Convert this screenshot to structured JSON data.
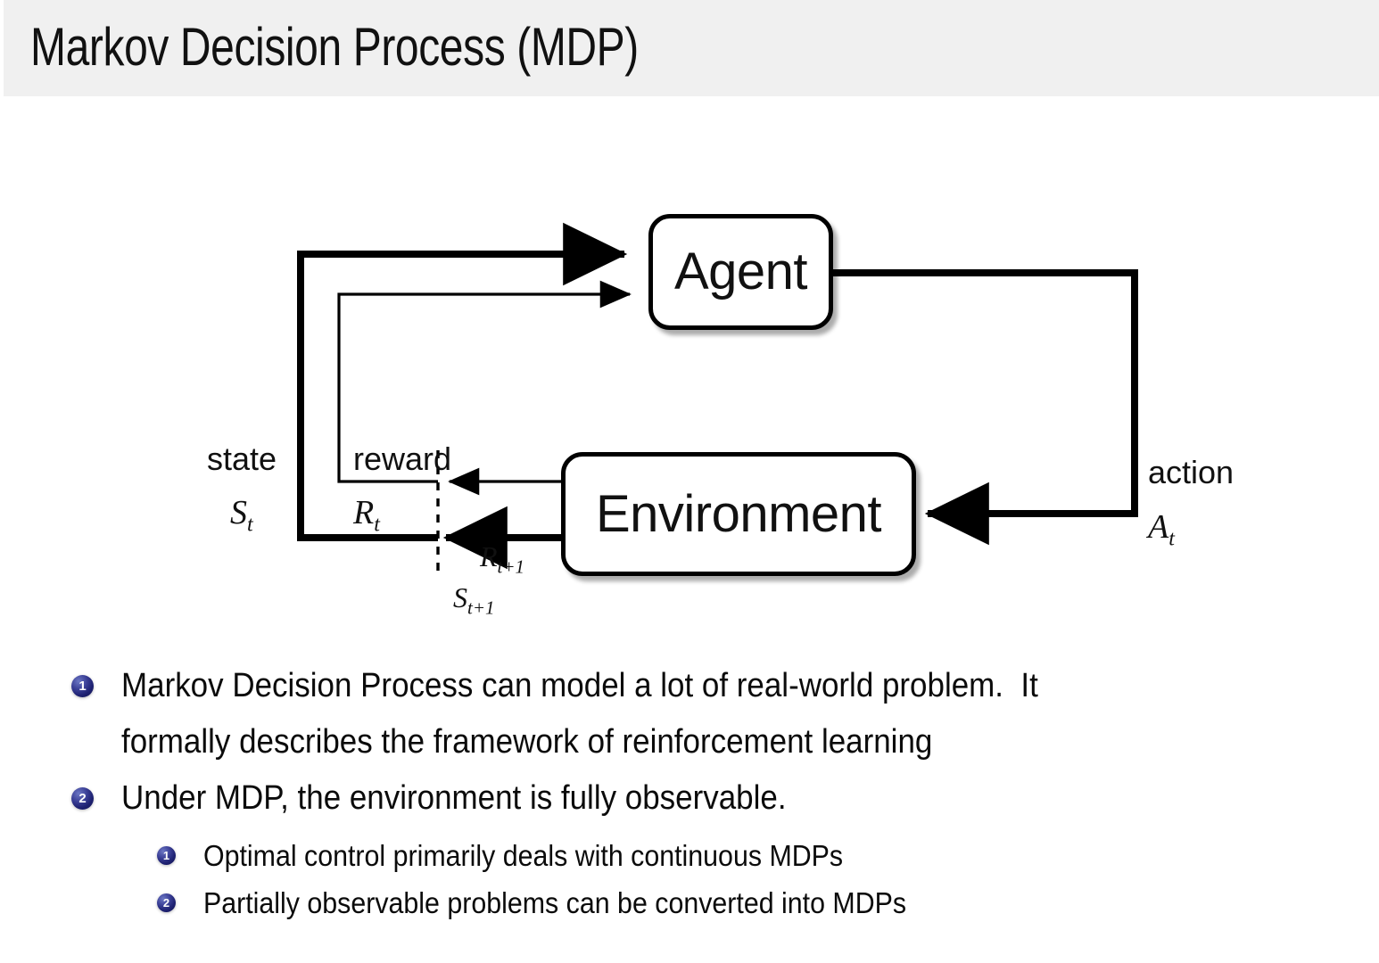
{
  "header": {
    "title": "Markov Decision Process (MDP)",
    "background_color": "#f0f0f0"
  },
  "diagram": {
    "type": "agent-environment-interaction-loop",
    "nodes": [
      {
        "id": "agent",
        "label": "Agent"
      },
      {
        "id": "environment",
        "label": "Environment"
      }
    ],
    "labels": {
      "state_word": "state",
      "state_symbol": "S",
      "state_subscript": "t",
      "reward_word": "reward",
      "reward_symbol": "R",
      "reward_subscript": "t",
      "action_word": "action",
      "action_symbol": "A",
      "action_subscript": "t",
      "next_reward_symbol": "R",
      "next_reward_subscript": "t+1",
      "next_state_symbol": "S",
      "next_state_subscript": "t+1"
    },
    "edges": [
      {
        "from": "environment",
        "to": "agent",
        "carries": "state",
        "symbol": "S_t"
      },
      {
        "from": "environment",
        "to": "agent",
        "carries": "reward",
        "symbol": "R_t"
      },
      {
        "from": "agent",
        "to": "environment",
        "carries": "action",
        "symbol": "A_t"
      }
    ],
    "time_separator": "dashed-vertical-line"
  },
  "bullets": {
    "accent_color": "#1d2070",
    "items": [
      {
        "number": "1",
        "level": 1,
        "lines": [
          "Markov Decision Process can model a lot of real-world problem.  It",
          "formally describes the framework of reinforcement learning"
        ]
      },
      {
        "number": "2",
        "level": 1,
        "lines": [
          "Under MDP, the environment is fully observable."
        ]
      },
      {
        "number": "1",
        "level": 2,
        "lines": [
          "Optimal control primarily deals with continuous MDPs"
        ]
      },
      {
        "number": "2",
        "level": 2,
        "lines": [
          "Partially observable problems can be converted into MDPs"
        ]
      }
    ]
  }
}
